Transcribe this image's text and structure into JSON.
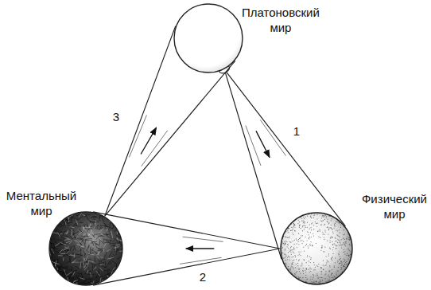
{
  "diagram": {
    "nodes": [
      {
        "text": [
          "Платоновский мир"
        ]
      },
      {
        "text": [
          "Ментальный мир"
        ]
      },
      {
        "text": [
          "Физический мир"
        ]
      }
    ],
    "edges": [
      {
        "from": 0,
        "to": 2,
        "arrow": "to",
        "label": "1"
      },
      {
        "from": 2,
        "to": 1,
        "arrow": "to",
        "label": "2"
      },
      {
        "from": 1,
        "to": 0,
        "arrow": "to",
        "label": "3"
      }
    ]
  }
}
